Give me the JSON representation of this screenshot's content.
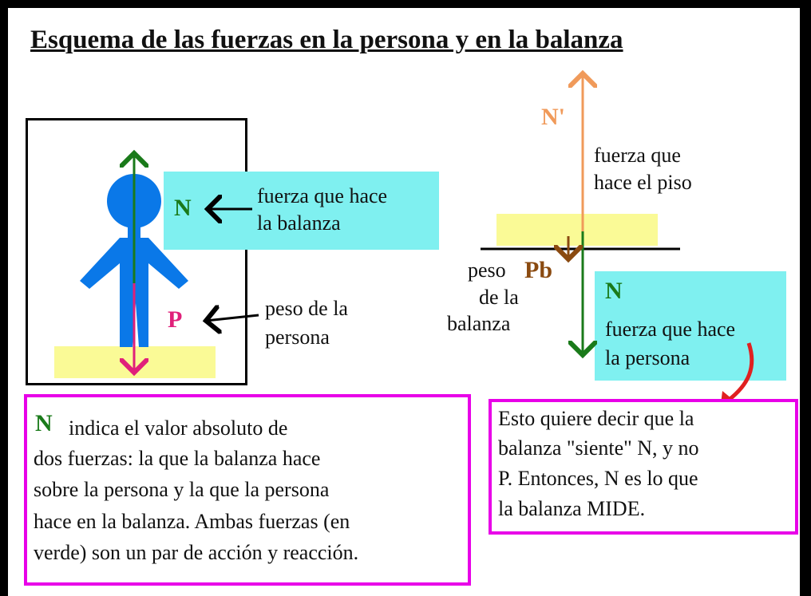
{
  "title": "Esquema de las fuerzas en la persona y en la balanza",
  "left_panel": {
    "label_n": "N",
    "label_p": "P",
    "n_desc_line1": "fuerza que hace",
    "n_desc_line2": "la balanza",
    "p_desc_line1": "peso de la",
    "p_desc_line2": "persona"
  },
  "right_panel": {
    "label_nprime": "N'",
    "nprime_desc_line1": "fuerza que",
    "nprime_desc_line2": "hace el piso",
    "label_pb": "Pb",
    "pb_desc_line1": "peso",
    "pb_desc_line2": "de la",
    "pb_desc_line3": "balanza",
    "label_n": "N",
    "n_desc_line1": "fuerza que hace",
    "n_desc_line2": "la persona"
  },
  "note_left": {
    "n_symbol": "N",
    "line1": "indica el valor absoluto de",
    "line2": "dos fuerzas: la que la balanza hace",
    "line3": "sobre la persona y la que la persona",
    "line4": "hace en la balanza. Ambas fuerzas (en",
    "line5": "verde) son un par de acción y reacción."
  },
  "note_right": {
    "line1": "Esto quiere decir que la",
    "line2": "balanza \"siente\" N, y no",
    "line3": "P. Entonces, N es lo que",
    "line4": "la balanza MIDE."
  },
  "colors": {
    "green_force": "#1a7a1a",
    "magenta_force": "#e0207a",
    "orange_force": "#f09a5a",
    "brown_force": "#8a4a10",
    "cyan_box": "#7ff0f0",
    "yellow_scale": "#fafa96",
    "note_border": "#e800e8",
    "person_blue": "#0a78e8",
    "red_arrow": "#e02020"
  }
}
